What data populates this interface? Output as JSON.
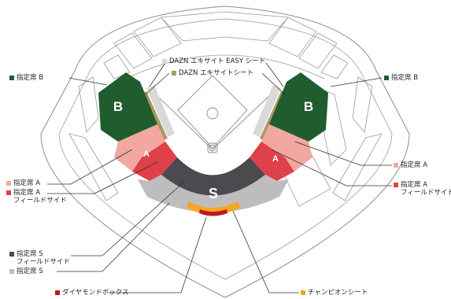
{
  "legend": {
    "easy": {
      "label": "DAZN エキサイト EASY シート",
      "color": "#d9d9d9"
    },
    "excite": {
      "label": "DAZN エキサイトシート",
      "color": "#a99866"
    },
    "b_left": {
      "label": "指定席 B",
      "color": "#1f5c2e"
    },
    "b_right": {
      "label": "指定席 B",
      "color": "#1f5c2e"
    },
    "a_left": {
      "label": "指定席 A",
      "color": "#f2a7a1"
    },
    "af_left": {
      "label": "指定席 A",
      "sub": "フィールドサイド",
      "color": "#e0404a"
    },
    "a_right": {
      "label": "指定席 A",
      "color": "#f2a7a1"
    },
    "af_right": {
      "label": "指定席 A",
      "sub": "フィールドサイド",
      "color": "#e0404a"
    },
    "sf": {
      "label": "指定席 S",
      "sub": "フィールドサイド",
      "color": "#4a4a4f"
    },
    "s": {
      "label": "指定席 S",
      "color": "#bdbdbd"
    },
    "diamond": {
      "label": "ダイヤモンドボックス",
      "color": "#c0191f"
    },
    "champion": {
      "label": "チャンピオンシート",
      "color": "#f5a623"
    }
  },
  "map": {
    "zone_b_left": "B",
    "zone_b_right": "B",
    "zone_a_left": "A",
    "zone_a_right": "A",
    "zone_s": "S"
  },
  "colors": {
    "outline": "#7a7a7a",
    "field_line": "#8a8a8a",
    "leader": "#333333"
  }
}
